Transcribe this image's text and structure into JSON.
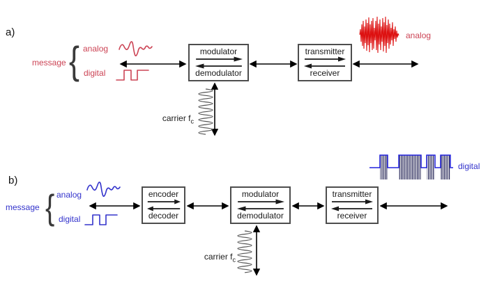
{
  "colors": {
    "message_red": "#cc4455",
    "signal_red": "#dd1111",
    "message_blue": "#3333cc",
    "signal_blue": "#2222dd",
    "coil_gray": "#555555",
    "line_black": "#000000",
    "box_border": "#4d4d4d"
  },
  "diagram_a": {
    "section_label": "a)",
    "message_label": "message",
    "brace_glyph": "{",
    "message_types": {
      "analog": "analog",
      "digital": "digital"
    },
    "boxes": [
      {
        "top": "modulator",
        "bottom": "demodulator"
      },
      {
        "top": "transmitter",
        "bottom": "receiver"
      }
    ],
    "output_signal_label": "analog",
    "carrier_label": "carrier f",
    "carrier_subscript": "c"
  },
  "diagram_b": {
    "section_label": "b)",
    "message_label": "message",
    "brace_glyph": "{",
    "message_types": {
      "analog": "analog",
      "digital": "digital"
    },
    "boxes": [
      {
        "top": "encoder",
        "bottom": "decoder"
      },
      {
        "top": "modulator",
        "bottom": "demodulator"
      },
      {
        "top": "transmitter",
        "bottom": "receiver"
      }
    ],
    "output_signal_label": "digital",
    "carrier_label": "carrier f",
    "carrier_subscript": "c"
  }
}
